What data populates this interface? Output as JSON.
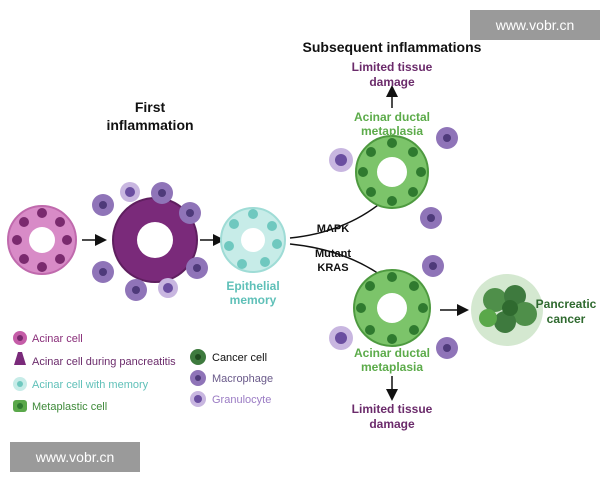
{
  "watermark_top": "www.vobr.cn",
  "watermark_bottom": "www.vobr.cn",
  "labels": {
    "first_inflammation_line1": "First",
    "first_inflammation_line2": "inflammation",
    "subsequent": "Subsequent inflammations",
    "limited_top_line1": "Limited tissue",
    "limited_top_line2": "damage",
    "adm_top_line1": "Acinar ductal",
    "adm_top_line2": "metaplasia",
    "mapk": "MAPK",
    "mutant_line1": "Mutant",
    "mutant_line2": "KRAS",
    "epithelial_line1": "Epithelial",
    "epithelial_line2": "memory",
    "adm_bottom_line1": "Acinar ductal",
    "adm_bottom_line2": "metaplasia",
    "limited_bottom_line1": "Limited tissue",
    "limited_bottom_line2": "damage",
    "pancreatic_line1": "Pancreatic",
    "pancreatic_line2": "cancer"
  },
  "legend": {
    "acinar": "Acinar cell",
    "pancreatitis": "Acinar cell during pancreatitis",
    "memory": "Acinar cell with memory",
    "metaplastic": "Metaplastic cell",
    "cancer": "Cancer cell",
    "macrophage": "Macrophage",
    "granulocyte": "Granulocyte"
  },
  "colors": {
    "acinar": "#c55da8",
    "acinar_dark": "#8a2f7a",
    "pancreatitis": "#7a2a7a",
    "memory": "#9fdcd6",
    "memory_text": "#5fc0b8",
    "metaplastic": "#5aa84a",
    "metaplastic_dark": "#2f7a2f",
    "cancer": "#3e7a3e",
    "macrophage": "#8f74b8",
    "granulocyte": "#9b7cc4",
    "label_purple": "#6b2b6b",
    "label_green": "#5cab4a"
  }
}
